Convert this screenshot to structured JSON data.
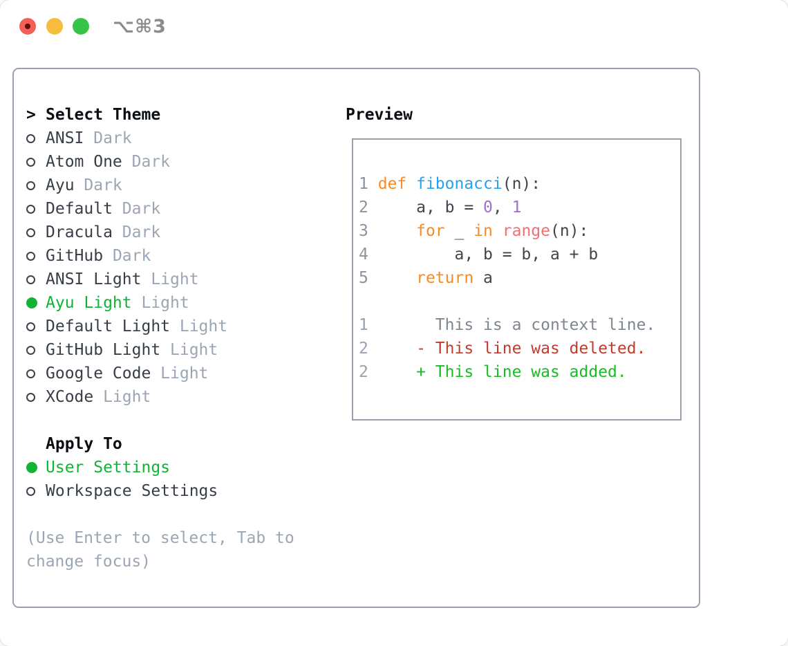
{
  "window": {
    "title": "⌥⌘3",
    "traffic_lights": [
      "close",
      "minimize",
      "zoom"
    ]
  },
  "theme_picker": {
    "header_marker": ">",
    "header": "Select Theme",
    "themes": [
      {
        "name": "ANSI",
        "variant": "Dark",
        "selected": false
      },
      {
        "name": "Atom One",
        "variant": "Dark",
        "selected": false
      },
      {
        "name": "Ayu",
        "variant": "Dark",
        "selected": false
      },
      {
        "name": "Default",
        "variant": "Dark",
        "selected": false
      },
      {
        "name": "Dracula",
        "variant": "Dark",
        "selected": false
      },
      {
        "name": "GitHub",
        "variant": "Dark",
        "selected": false
      },
      {
        "name": "ANSI Light",
        "variant": "Light",
        "selected": false
      },
      {
        "name": "Ayu Light",
        "variant": "Light",
        "selected": true
      },
      {
        "name": "Default Light",
        "variant": "Light",
        "selected": false
      },
      {
        "name": "GitHub Light",
        "variant": "Light",
        "selected": false
      },
      {
        "name": "Google Code",
        "variant": "Light",
        "selected": false
      },
      {
        "name": "XCode",
        "variant": "Light",
        "selected": false
      }
    ],
    "apply_to": {
      "header": "Apply To",
      "options": [
        {
          "name": "User Settings",
          "selected": true
        },
        {
          "name": "Workspace Settings",
          "selected": false
        }
      ]
    },
    "hint_lines": [
      "(Use Enter to select, Tab to",
      "change focus)"
    ]
  },
  "preview": {
    "title": "Preview",
    "lines": [
      [
        {
          "t": "1 ",
          "c": "lnum"
        },
        {
          "t": "def ",
          "c": "kw"
        },
        {
          "t": "fibonacci",
          "c": "fn"
        },
        {
          "t": "(n):",
          "c": "code"
        }
      ],
      [
        {
          "t": "2 ",
          "c": "lnum"
        },
        {
          "t": "    a, b = ",
          "c": "code"
        },
        {
          "t": "0",
          "c": "num"
        },
        {
          "t": ", ",
          "c": "code"
        },
        {
          "t": "1",
          "c": "num"
        }
      ],
      [
        {
          "t": "3 ",
          "c": "lnum"
        },
        {
          "t": "    ",
          "c": "code"
        },
        {
          "t": "for",
          "c": "kw"
        },
        {
          "t": " _ ",
          "c": "code"
        },
        {
          "t": "in",
          "c": "kw"
        },
        {
          "t": " ",
          "c": "code"
        },
        {
          "t": "range",
          "c": "builtin"
        },
        {
          "t": "(n):",
          "c": "code"
        }
      ],
      [
        {
          "t": "4 ",
          "c": "lnum"
        },
        {
          "t": "        a, b = b, a + b",
          "c": "code"
        }
      ],
      [
        {
          "t": "5 ",
          "c": "lnum"
        },
        {
          "t": "    ",
          "c": "code"
        },
        {
          "t": "return",
          "c": "kw"
        },
        {
          "t": " a",
          "c": "code"
        }
      ],
      [],
      [
        {
          "t": "1",
          "c": "dnum"
        },
        {
          "t": "       This is a context line.",
          "c": "ctx"
        }
      ],
      [
        {
          "t": "2",
          "c": "dnum"
        },
        {
          "t": "     ",
          "c": "code"
        },
        {
          "t": "- This line was deleted.",
          "c": "del"
        }
      ],
      [
        {
          "t": "2",
          "c": "dnum"
        },
        {
          "t": "     ",
          "c": "code"
        },
        {
          "t": "+ This line was added.",
          "c": "add"
        }
      ]
    ]
  },
  "colors": {
    "selection_green": "#10b434",
    "panel_border": "#98a1ad",
    "muted_text": "#9ba6b4",
    "syntax_keyword_orange": "#f78c24",
    "syntax_function_blue": "#2aa0e8",
    "syntax_number_purple": "#a06fd0",
    "syntax_builtin_coral": "#f56f72",
    "diff_deleted_red": "#c43a2b",
    "diff_added_green": "#17bd22",
    "traffic_red": "#f15f56",
    "traffic_yellow": "#f6bd3c",
    "traffic_green": "#37c448"
  }
}
